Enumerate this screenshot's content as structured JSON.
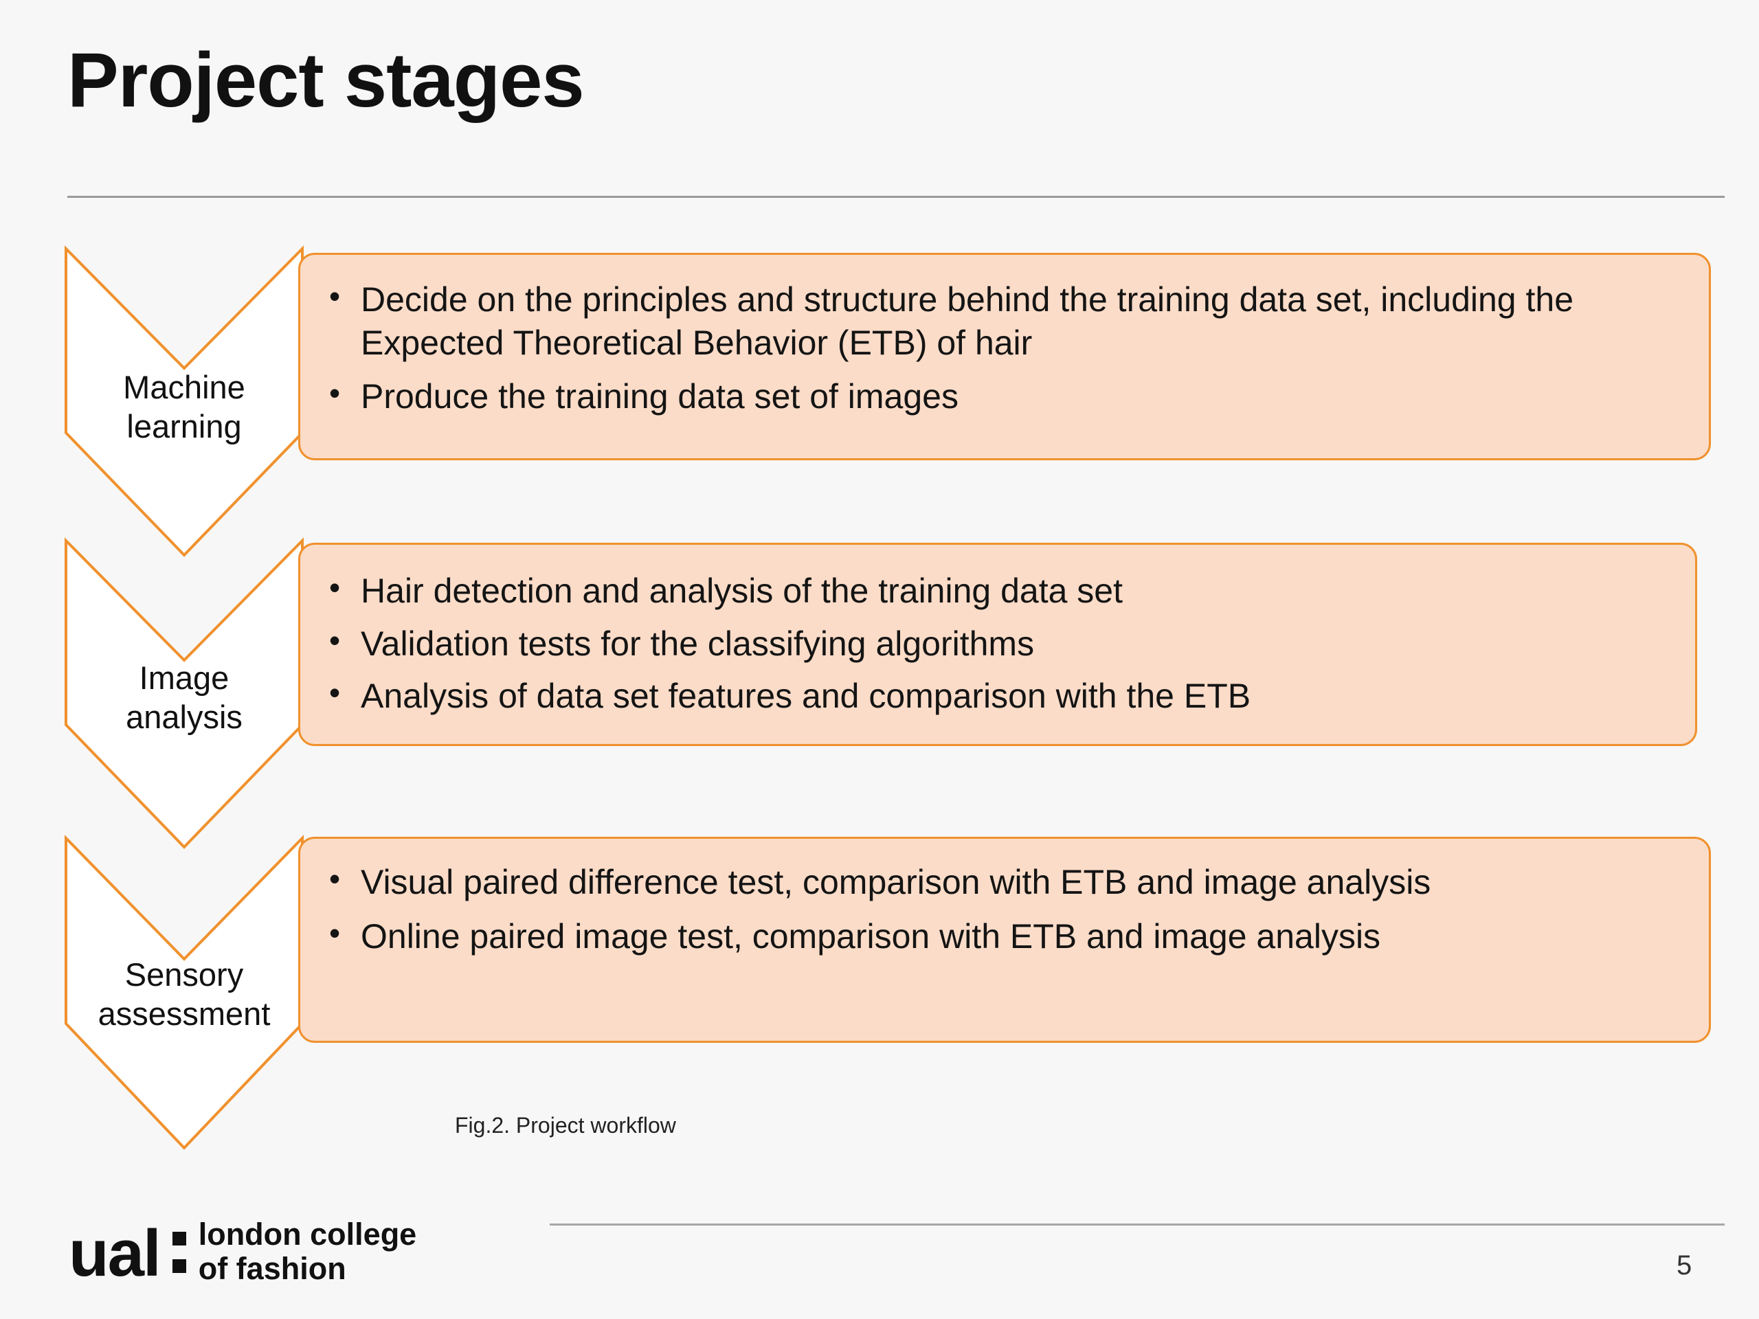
{
  "slide": {
    "title": "Project stages",
    "page_number": "5",
    "caption": "Fig.2. Project workflow",
    "colors": {
      "background": "#f7f7f7",
      "box_fill": "#fbdcc8",
      "accent_orange": "#f0912d",
      "rule_gray": "#9a9a9a",
      "text": "#111111"
    }
  },
  "workflow": {
    "stages": [
      {
        "label_line1": "Machine",
        "label_line2": "learning",
        "bullets": [
          "Decide on the principles and structure behind the training data set, including the Expected Theoretical Behavior (ETB) of hair",
          "Produce the training data set of images"
        ]
      },
      {
        "label_line1": "Image",
        "label_line2": "analysis",
        "bullets": [
          "Hair detection and analysis of the training data set",
          "Validation tests for the classifying algorithms",
          "Analysis of data set features and comparison with the ETB"
        ]
      },
      {
        "label_line1": "Sensory",
        "label_line2": "assessment",
        "bullets": [
          "Visual paired difference test, comparison with ETB and image analysis",
          "Online paired image test, comparison with ETB and image analysis"
        ]
      }
    ]
  },
  "footer": {
    "logo_mark": "ual",
    "logo_line1": "london college",
    "logo_line2": "of fashion"
  }
}
